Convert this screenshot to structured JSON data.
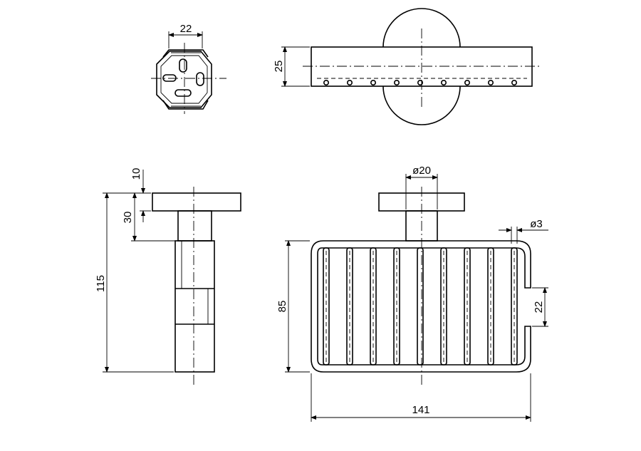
{
  "dimensions": {
    "top_width": "22",
    "rail_height": "25",
    "flange_thickness": "10",
    "post_length": "30",
    "total_height": "115",
    "flange_diameter": "ø20",
    "wire_diameter": "ø3",
    "basket_height": "85",
    "opening_height": "22",
    "basket_width": "141"
  }
}
